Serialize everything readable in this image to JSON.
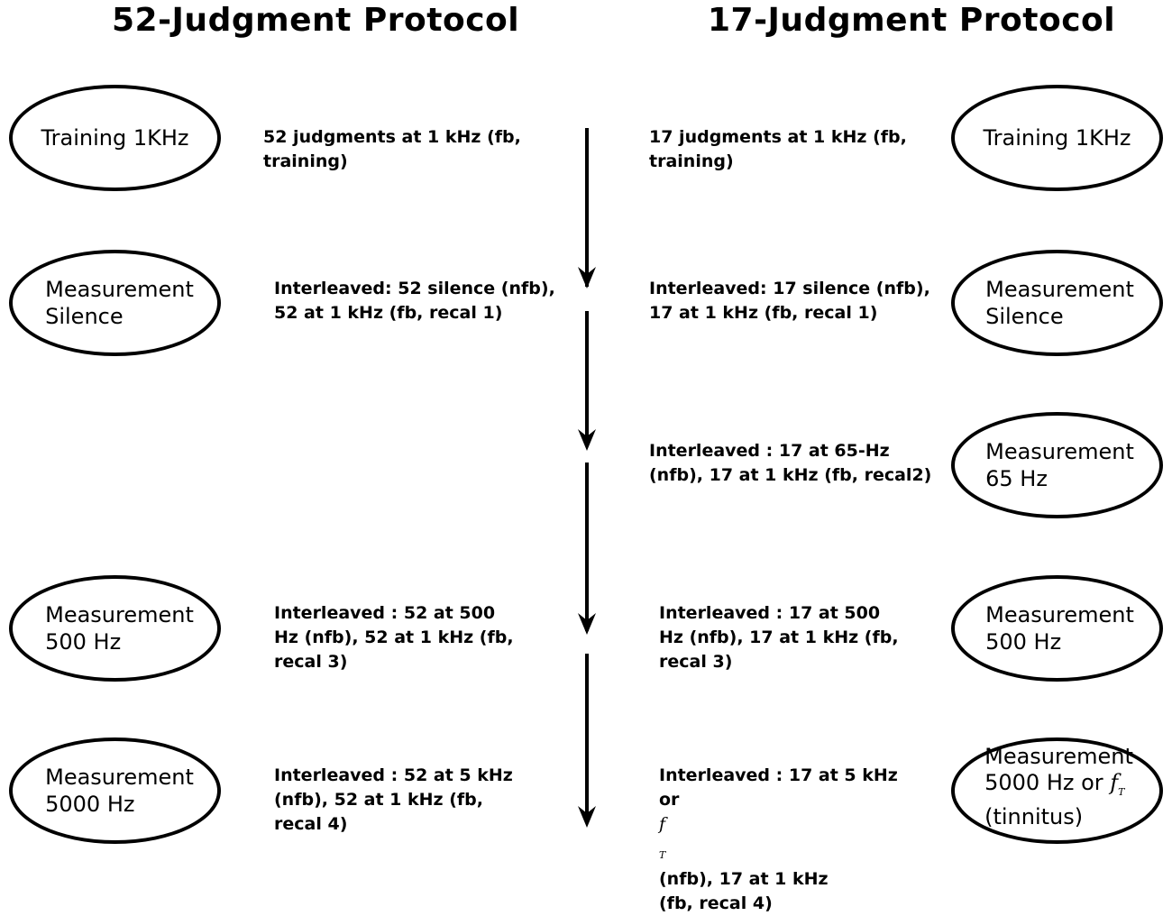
{
  "titles": {
    "left": "52-Judgment Protocol",
    "right": "17-Judgment Protocol"
  },
  "left_ovals": [
    {
      "lines": [
        "Training 1KHz"
      ]
    },
    {
      "lines": [
        "Measurement",
        "Silence"
      ]
    },
    {
      "lines": [
        "Measurement",
        "500 Hz"
      ]
    },
    {
      "lines": [
        "Measurement",
        "5000 Hz"
      ]
    }
  ],
  "right_ovals": [
    {
      "lines": [
        "Training 1KHz"
      ]
    },
    {
      "lines": [
        "Measurement",
        "Silence"
      ]
    },
    {
      "lines": [
        "Measurement",
        "65 Hz"
      ]
    },
    {
      "lines": [
        "Measurement",
        "500 Hz"
      ]
    },
    {
      "lines": [
        "Measurement",
        "5000 Hz or",
        "(tinnitus)"
      ]
    }
  ],
  "left_descriptions": [
    {
      "lines": [
        "52 judgments at 1 kHz (fb,",
        "training)"
      ]
    },
    {
      "lines": [
        "Interleaved: 52 silence (nfb),",
        "52 at 1 kHz (fb, recal 1)"
      ]
    },
    {
      "lines": [
        "Interleaved : 52 at 500",
        "Hz (nfb), 52 at 1 kHz (fb,",
        "recal 3)"
      ]
    },
    {
      "lines": [
        "Interleaved : 52 at 5 kHz",
        "(nfb), 52 at 1 kHz (fb,",
        "recal 4)"
      ]
    }
  ],
  "right_descriptions": [
    {
      "lines": [
        "17 judgments at 1 kHz (fb,",
        "training)"
      ]
    },
    {
      "lines": [
        "Interleaved: 17 silence (nfb),",
        "17 at 1 kHz (fb, recal 1)"
      ]
    },
    {
      "lines": [
        "Interleaved : 17 at 65-Hz",
        "(nfb), 17 at 1 kHz (fb, recal2)"
      ]
    },
    {
      "lines": [
        "Interleaved : 17 at 500",
        "Hz (nfb), 17 at 1 kHz (fb,",
        "recal 3)"
      ]
    },
    {
      "lines": [
        "Interleaved : 17 at 5 kHz",
        "(nfb), 17 at 1 kHz",
        "(fb, recal 4)"
      ]
    }
  ],
  "symbol": {
    "f": "f",
    "sub": "T"
  },
  "colors": {
    "stroke": "#000000",
    "background": "#ffffff"
  }
}
